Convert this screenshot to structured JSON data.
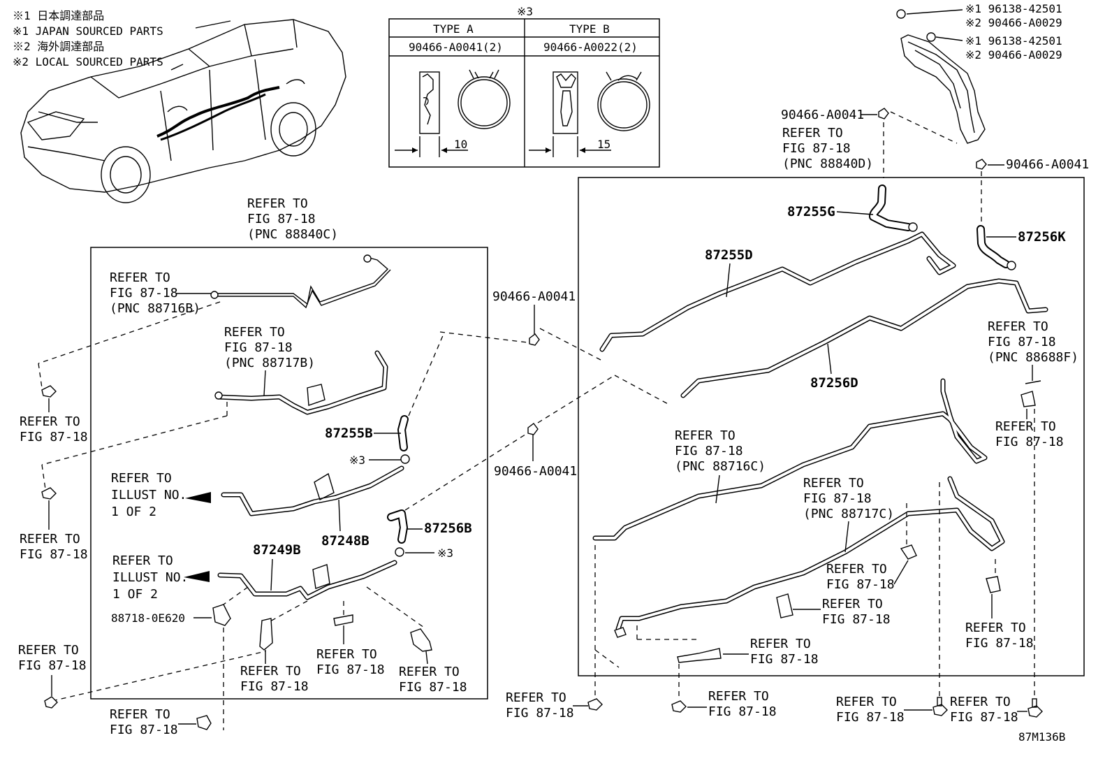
{
  "notes": [
    "※1 日本調達部品",
    "※1 JAPAN SOURCED PARTS",
    "※2 海外調達部品",
    "※2 LOCAL SOURCED PARTS"
  ],
  "clamp_table": {
    "marker": "※3",
    "type_a": {
      "header": "TYPE A",
      "part": "90466-A0041(2)",
      "dimension": "10"
    },
    "type_b": {
      "header": "TYPE B",
      "part": "90466-A0022(2)",
      "dimension": "15"
    }
  },
  "top_right_parts": {
    "row1": "※1 96138-42501",
    "row2": "※2 90466-A0029",
    "row3": "※1 96138-42501",
    "row4": "※2 90466-A0029"
  },
  "labels": {
    "clip_90466_a0041": "90466-A0041",
    "refer_to": "REFER TO",
    "fig_87_18": "FIG 87-18",
    "illust_no": "ILLUST NO.",
    "one_of_two": "1 OF 2",
    "pnc_88840d": "(PNC 88840D)",
    "pnc_88840c": "(PNC 88840C)",
    "pnc_88716b": "(PNC 88716B)",
    "pnc_88717b": "(PNC 88717B)",
    "pnc_88688f": "(PNC 88688F)",
    "pnc_88716c": "(PNC 88716C)",
    "pnc_88717c": "(PNC 88717C)",
    "mark3": "※3"
  },
  "part_numbers": {
    "p87255g": "87255G",
    "p87256k": "87256K",
    "p87255d": "87255D",
    "p87256d": "87256D",
    "p87255b": "87255B",
    "p87248b": "87248B",
    "p87256b": "87256B",
    "p87249b": "87249B",
    "p88718": "88718-0E620"
  },
  "illustration_id": "87M136B"
}
